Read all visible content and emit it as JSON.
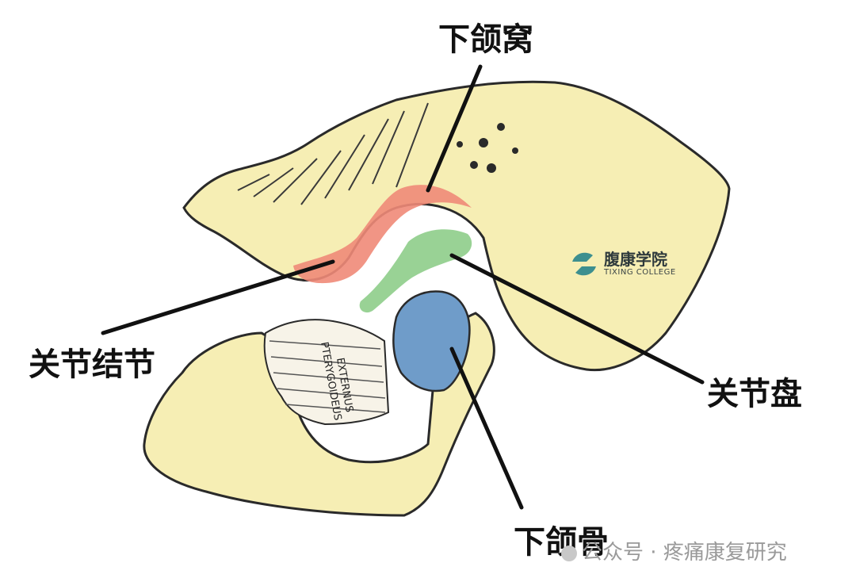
{
  "labels": {
    "mandibular_fossa": "下颌窝",
    "articular_tubercle": "关节结节",
    "articular_disc": "关节盘",
    "mandible": "下颌骨"
  },
  "muscle_text": {
    "line1": "PTERYGOIDEUS",
    "line2": "EXTERNUS"
  },
  "logo": {
    "name": "腹康学院",
    "subtitle": "TIXING COLLEGE"
  },
  "watermark": {
    "text": "公众号 · 疼痛康复研究"
  },
  "colors": {
    "bone": "#f6eeb4",
    "fossa_highlight": "#f08a78",
    "disc_highlight": "#93d08f",
    "condyle_highlight": "#6f9cc9",
    "outline": "#2a2a2a",
    "leader_line": "#111111",
    "logo_teal": "#3d8f8f"
  }
}
